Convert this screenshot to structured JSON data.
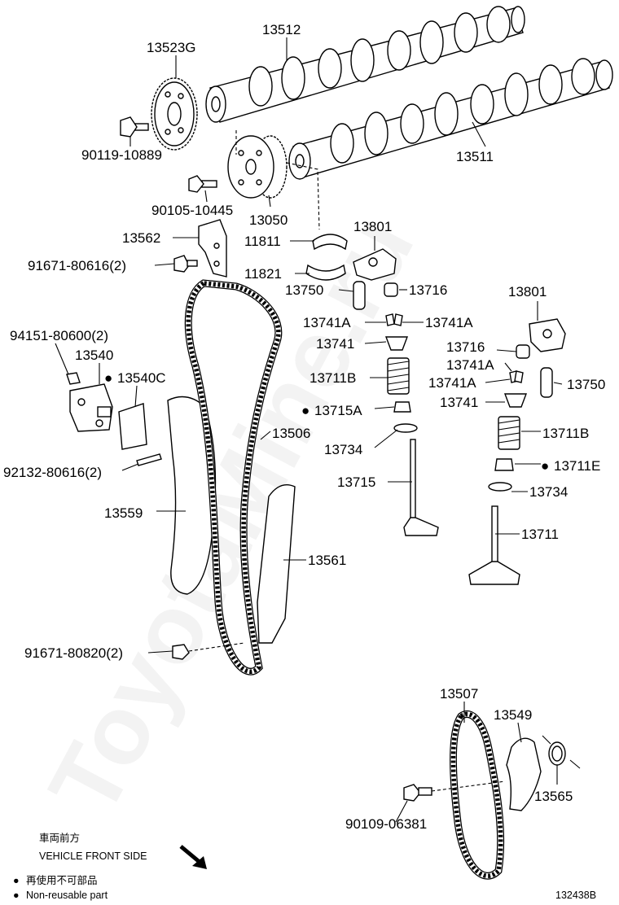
{
  "parts": {
    "p13512": "13512",
    "p13523g": "13523G",
    "p90119": "90119-10889",
    "p13511": "13511",
    "p90105": "90105-10445",
    "p13050": "13050",
    "p13801a": "13801",
    "p13562": "13562",
    "p11811": "11811",
    "p91671a": "91671-80616(2)",
    "p11821": "11821",
    "p13716a": "13716",
    "p13750a": "13750",
    "p13801b": "13801",
    "p94151": "94151-80600(2)",
    "p13741a_l": "13741A",
    "p13741a_r": "13741A",
    "p13540": "13540",
    "p13741a": "13741",
    "p13716b": "13716",
    "p13540c": "13540C",
    "p13741a_2": "13741A",
    "p13711b_a": "13711B",
    "p13741a_3": "13741A",
    "p13750b": "13750",
    "p13741b": "13741",
    "p13715a": "13715A",
    "p13506": "13506",
    "p13711b_b": "13711B",
    "p13734a": "13734",
    "p92132": "92132-80616(2)",
    "p13711e": "13711E",
    "p13715": "13715",
    "p13734b": "13734",
    "p13559": "13559",
    "p13711": "13711",
    "p13561": "13561",
    "p91671b": "91671-80820(2)",
    "p13507": "13507",
    "p13549": "13549",
    "p13565": "13565",
    "p90109": "90109-06381"
  },
  "notes": {
    "front_jp": "車両前方",
    "front_en": "VEHICLE FRONT SIDE",
    "nonreuse_jp": "再使用不可部品",
    "nonreuse_en": "Non-reusable part",
    "bullet": "●",
    "diagram_id": "132438B"
  },
  "watermark": "ToyotaMine.ru"
}
